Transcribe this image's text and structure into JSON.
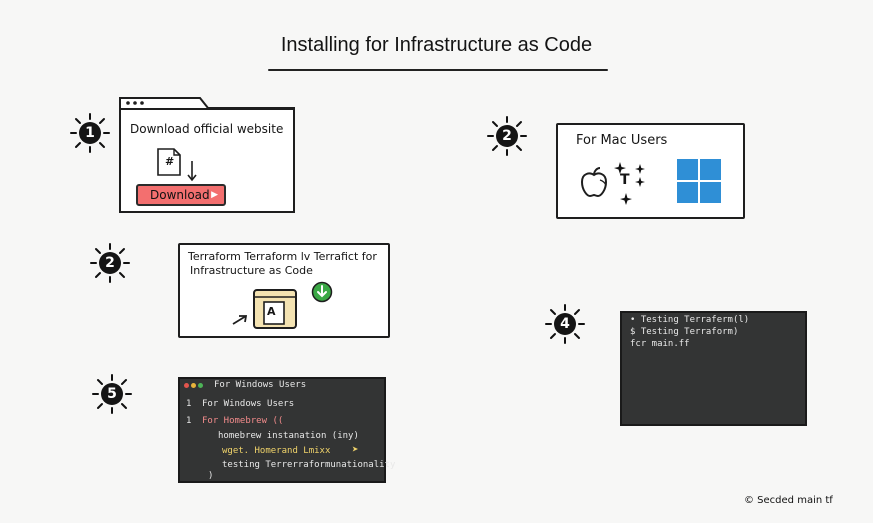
{
  "title": "Installing for Infrastructure as Code",
  "steps": [
    {
      "number": "1",
      "label": "Download official website",
      "button": "Download",
      "file_glyph": "#"
    },
    {
      "number": "2",
      "label": "For Mac Users",
      "icons": [
        "apple-icon",
        "sparkle-text-icon",
        "windows-icon"
      ],
      "sparkle_text": "T"
    },
    {
      "number": "2",
      "line1": "Terraform Terraform lv Terrafict for",
      "line2": "Infrastructure as Code",
      "file_glyph": "A"
    },
    {
      "number": "4",
      "lines": [
        "• Testing Terraferm(l)",
        "$ Testing Terraform)",
        "fcr main.ff"
      ]
    },
    {
      "number": "5",
      "header": "For Windows Users",
      "lines": [
        {
          "num": "1",
          "text": "For Windows Users"
        },
        {
          "num": "1",
          "text": "For Homebrew (("
        },
        {
          "num": "",
          "text": "homebrew instanation (iny)"
        },
        {
          "num": "",
          "text": "wget. Homerand Lmixx"
        },
        {
          "num": "",
          "text": "testing Terrerraformunationality"
        },
        {
          "num": "",
          "text": ")"
        }
      ]
    }
  ],
  "footer": "© Secded main tf",
  "colors": {
    "download": "#f36f6f",
    "terminal": "#333434",
    "windows": "#2f8fd6",
    "check": "#3aa845"
  }
}
